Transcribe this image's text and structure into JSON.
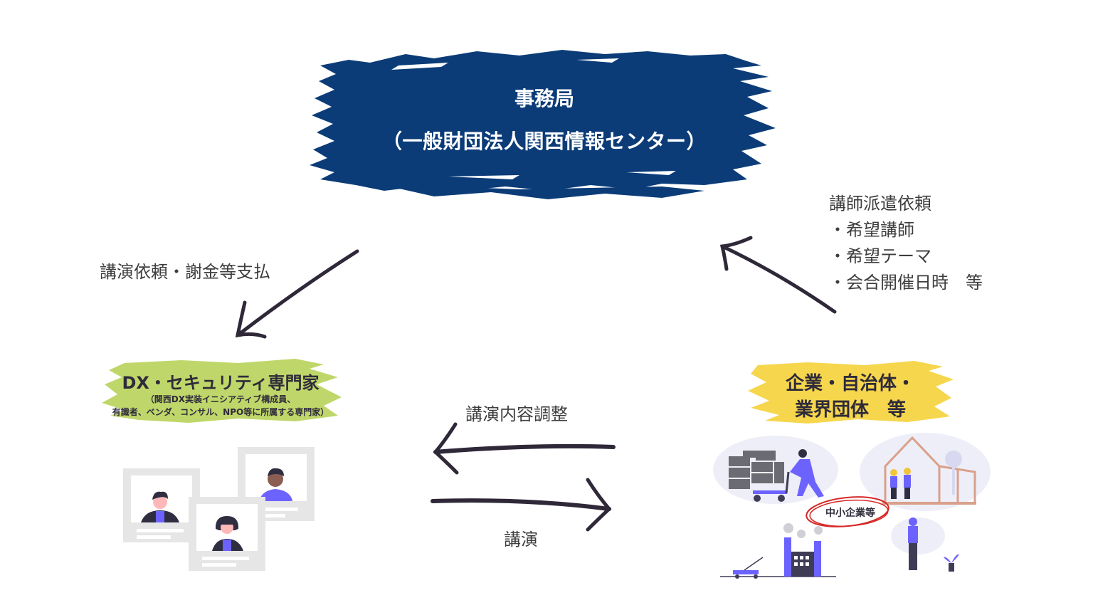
{
  "secretariat": {
    "title": "事務局",
    "org": "（一般財団法人関西情報センター）",
    "color": "#0b3c78"
  },
  "flows": {
    "request_payment": "講演依頼・謝金等支払",
    "dispatch_request": {
      "title": "講師派遣依頼",
      "items": [
        "・希望講師",
        "・希望テーマ",
        "・会合開催日時　等"
      ]
    },
    "content_adjustment": "講演内容調整",
    "lecture": "講演"
  },
  "experts": {
    "title": "DX・セキュリティ専門家",
    "subtitle_line1": "（関西DX実装イニシアティブ構成員、",
    "subtitle_line2": "有識者、ベンダ、コンサル、NPO等に所属する専門家）",
    "brush_color": "#b8d35a"
  },
  "clients": {
    "line1": "企業・自治体・",
    "line2": "業界団体　等",
    "brush_color": "#f6d64c",
    "highlight": "中小企業等",
    "highlight_color": "#d62828"
  },
  "colors": {
    "arrow": "#2f2838",
    "accent_purple": "#6c63ff",
    "card_gray": "#e6e6e6"
  }
}
